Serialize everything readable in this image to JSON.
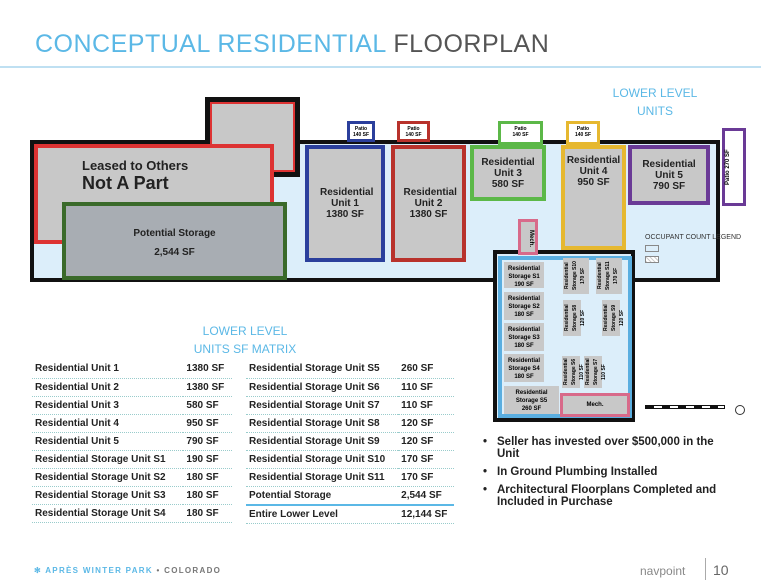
{
  "title": {
    "part1": "CONCEPTUAL RESIDENTIAL",
    "part2": "FLOORPLAN"
  },
  "units_heading": {
    "line1": "LOWER LEVEL",
    "line2": "UNITS"
  },
  "matrix_heading": {
    "line1": "LOWER LEVEL",
    "line2": "UNITS SF MATRIX"
  },
  "plan": {
    "leased": {
      "line1": "Leased to Others",
      "line2": "Not A Part"
    },
    "potential": {
      "name": "Potential Storage",
      "sf": "2,544 SF"
    },
    "units": [
      {
        "name": "Residential Unit 1",
        "sf": "1380 SF",
        "color": "#2b3f9c"
      },
      {
        "name": "Residential Unit 2",
        "sf": "1380 SF",
        "color": "#b8322c"
      },
      {
        "name": "Residential Unit 3",
        "sf": "580 SF",
        "color": "#5cb848"
      },
      {
        "name": "Residential Unit 4",
        "sf": "950 SF",
        "color": "#e6b830"
      },
      {
        "name": "Residential Unit 5",
        "sf": "790 SF",
        "color": "#6a3a96"
      }
    ],
    "patios": [
      {
        "label": "Patio",
        "sf": "140 SF"
      },
      {
        "label": "Patio",
        "sf": "140 SF"
      },
      {
        "label": "Patio",
        "sf": "140 SF"
      },
      {
        "label": "Patio",
        "sf": "140 SF"
      },
      {
        "label": "Patio",
        "sf": "270 SF"
      }
    ],
    "storage": [
      {
        "name": "Residential Storage S1",
        "sf": "190 SF"
      },
      {
        "name": "Residential Storage S2",
        "sf": "180 SF"
      },
      {
        "name": "Residential Storage S3",
        "sf": "180 SF"
      },
      {
        "name": "Residential Storage S4",
        "sf": "180 SF"
      },
      {
        "name": "Residential Storage S5",
        "sf": "260 SF"
      },
      {
        "name": "Residential Storage S6",
        "sf": "110 SF"
      },
      {
        "name": "Residential Storage S7",
        "sf": "110 SF"
      },
      {
        "name": "Residential Storage S8",
        "sf": "120 SF"
      },
      {
        "name": "Residential Storage S9",
        "sf": "120 SF"
      },
      {
        "name": "Residential Storage S10",
        "sf": "170 SF"
      },
      {
        "name": "Residential Storage S11",
        "sf": "170 SF"
      }
    ],
    "mech": "Mech.",
    "legend_title": "OCCUPANT COUNT LEGEND"
  },
  "matrix_left": [
    [
      "Residential Unit 1",
      "1380 SF"
    ],
    [
      "Residential Unit 2",
      "1380 SF"
    ],
    [
      "Residential Unit 3",
      "580  SF"
    ],
    [
      "Residential Unit 4",
      "950  SF"
    ],
    [
      "Residential Unit 5",
      "790  SF"
    ],
    [
      "Residential Storage Unit S1",
      "190 SF"
    ],
    [
      "Residential Storage Unit S2",
      "180 SF"
    ],
    [
      "Residential Storage Unit S3",
      "180 SF"
    ],
    [
      "Residential Storage Unit S4",
      "180 SF"
    ]
  ],
  "matrix_right": [
    [
      "Residential Storage Unit S5",
      "260 SF"
    ],
    [
      "Residential Storage Unit S6",
      "110 SF"
    ],
    [
      "Residential Storage Unit S7",
      "110 SF"
    ],
    [
      "Residential Storage Unit S8",
      "120 SF"
    ],
    [
      "Residential Storage Unit S9",
      "120 SF"
    ],
    [
      "Residential Storage Unit S10",
      "170 SF"
    ],
    [
      "Residential Storage Unit S11",
      "170 SF"
    ],
    [
      "Potential Storage",
      "2,544  SF"
    ],
    [
      "Entire Lower Level",
      "12,144  SF"
    ]
  ],
  "bullets": [
    "Seller has invested over $500,000 in the Unit",
    "In Ground Plumbing Installed",
    "Architectural Floorplans Completed and Included in Purchase"
  ],
  "footer": {
    "brand": "✻ APRÈS WINTER PARK",
    "location": "• COLORADO",
    "logo": "navpoint",
    "page": "10"
  }
}
